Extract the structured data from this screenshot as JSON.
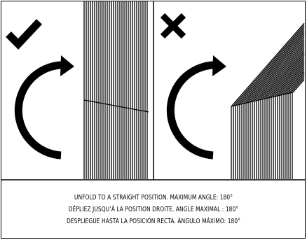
{
  "panels": {
    "correct": {
      "mark_icon": "check-icon"
    },
    "incorrect": {
      "mark_icon": "cross-icon"
    }
  },
  "instructions": {
    "line_en": "UNFOLD TO A STRAIGHT POSITION. MAXIMUM ANGLE: 180°",
    "line_fr": "DÉPLIEZ JUSQU’À LA POSITION DROITE. ANGLE MAXIMAL : 180°",
    "line_es": "DESPLIEGUE HASTA LA POSICIÓN RECTA. ÁNGULO MÁXIMO: 180°"
  },
  "colors": {
    "ink": "#000000",
    "paper": "#ffffff"
  }
}
